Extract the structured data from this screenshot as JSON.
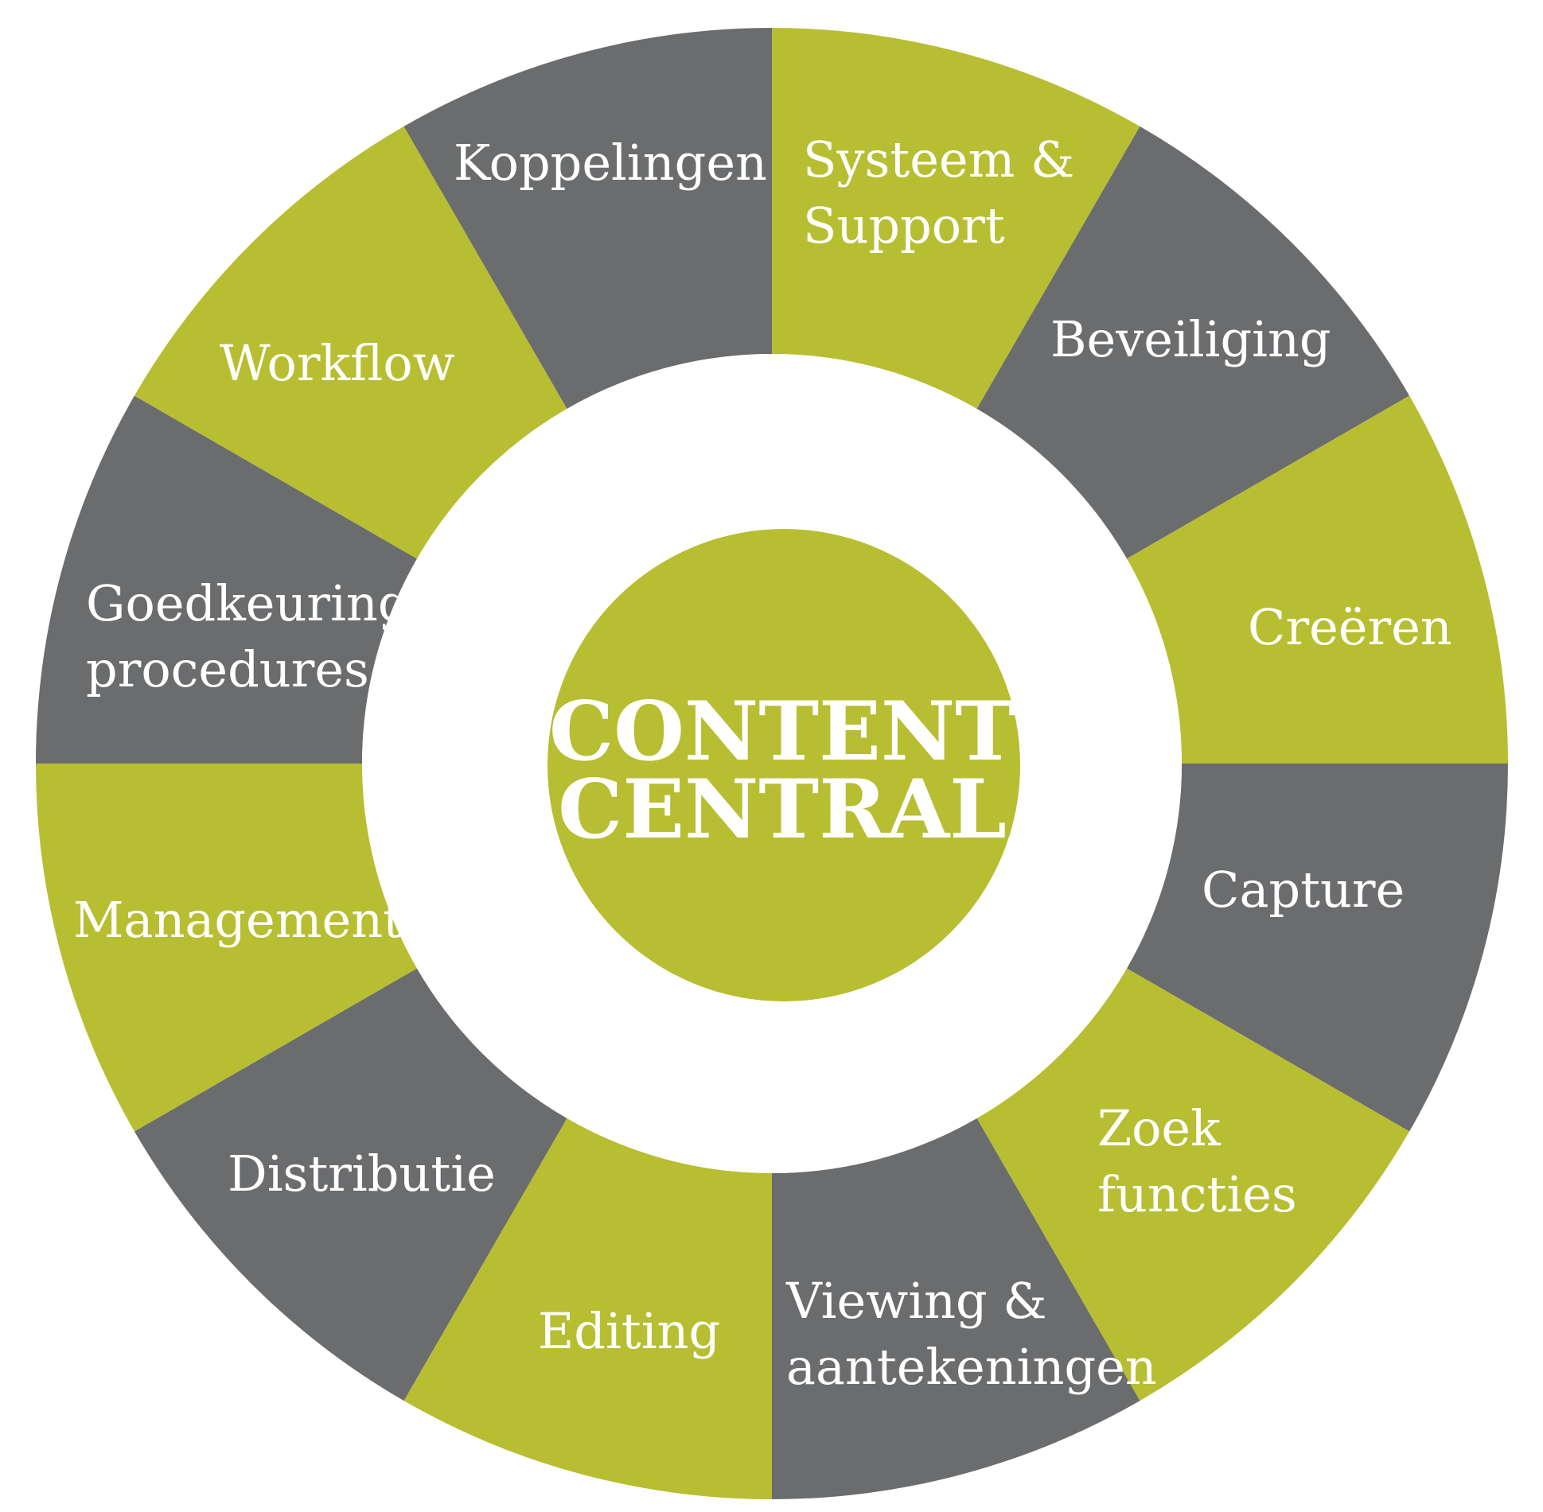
{
  "diagram": {
    "center": {
      "lines": [
        "CONTENT",
        "CENTRAL"
      ]
    },
    "colors": {
      "green": "#b8be31",
      "gray": "#6b6c6e",
      "text": "#ffffff",
      "background": "#ffffff"
    },
    "segments": [
      {
        "key": "systeem-support",
        "lines": [
          "Systeem &",
          "Support"
        ],
        "color": "green"
      },
      {
        "key": "beveiliging",
        "lines": [
          "Beveiliging"
        ],
        "color": "gray"
      },
      {
        "key": "creeren",
        "lines": [
          "Creëren"
        ],
        "color": "green"
      },
      {
        "key": "capture",
        "lines": [
          "Capture"
        ],
        "color": "gray"
      },
      {
        "key": "zoek-functies",
        "lines": [
          "Zoek",
          "functies"
        ],
        "color": "green"
      },
      {
        "key": "viewing-aantekeningen",
        "lines": [
          "Viewing &",
          "aantekeningen"
        ],
        "color": "gray"
      },
      {
        "key": "editing",
        "lines": [
          "Editing"
        ],
        "color": "green"
      },
      {
        "key": "distributie",
        "lines": [
          "Distributie"
        ],
        "color": "gray"
      },
      {
        "key": "management",
        "lines": [
          "Management"
        ],
        "color": "green"
      },
      {
        "key": "goedkeuring-procedures",
        "lines": [
          "Goedkeuring",
          "procedures"
        ],
        "color": "gray"
      },
      {
        "key": "workflow",
        "lines": [
          "Workflow"
        ],
        "color": "green"
      },
      {
        "key": "koppelingen",
        "lines": [
          "Koppelingen"
        ],
        "color": "gray"
      }
    ]
  }
}
